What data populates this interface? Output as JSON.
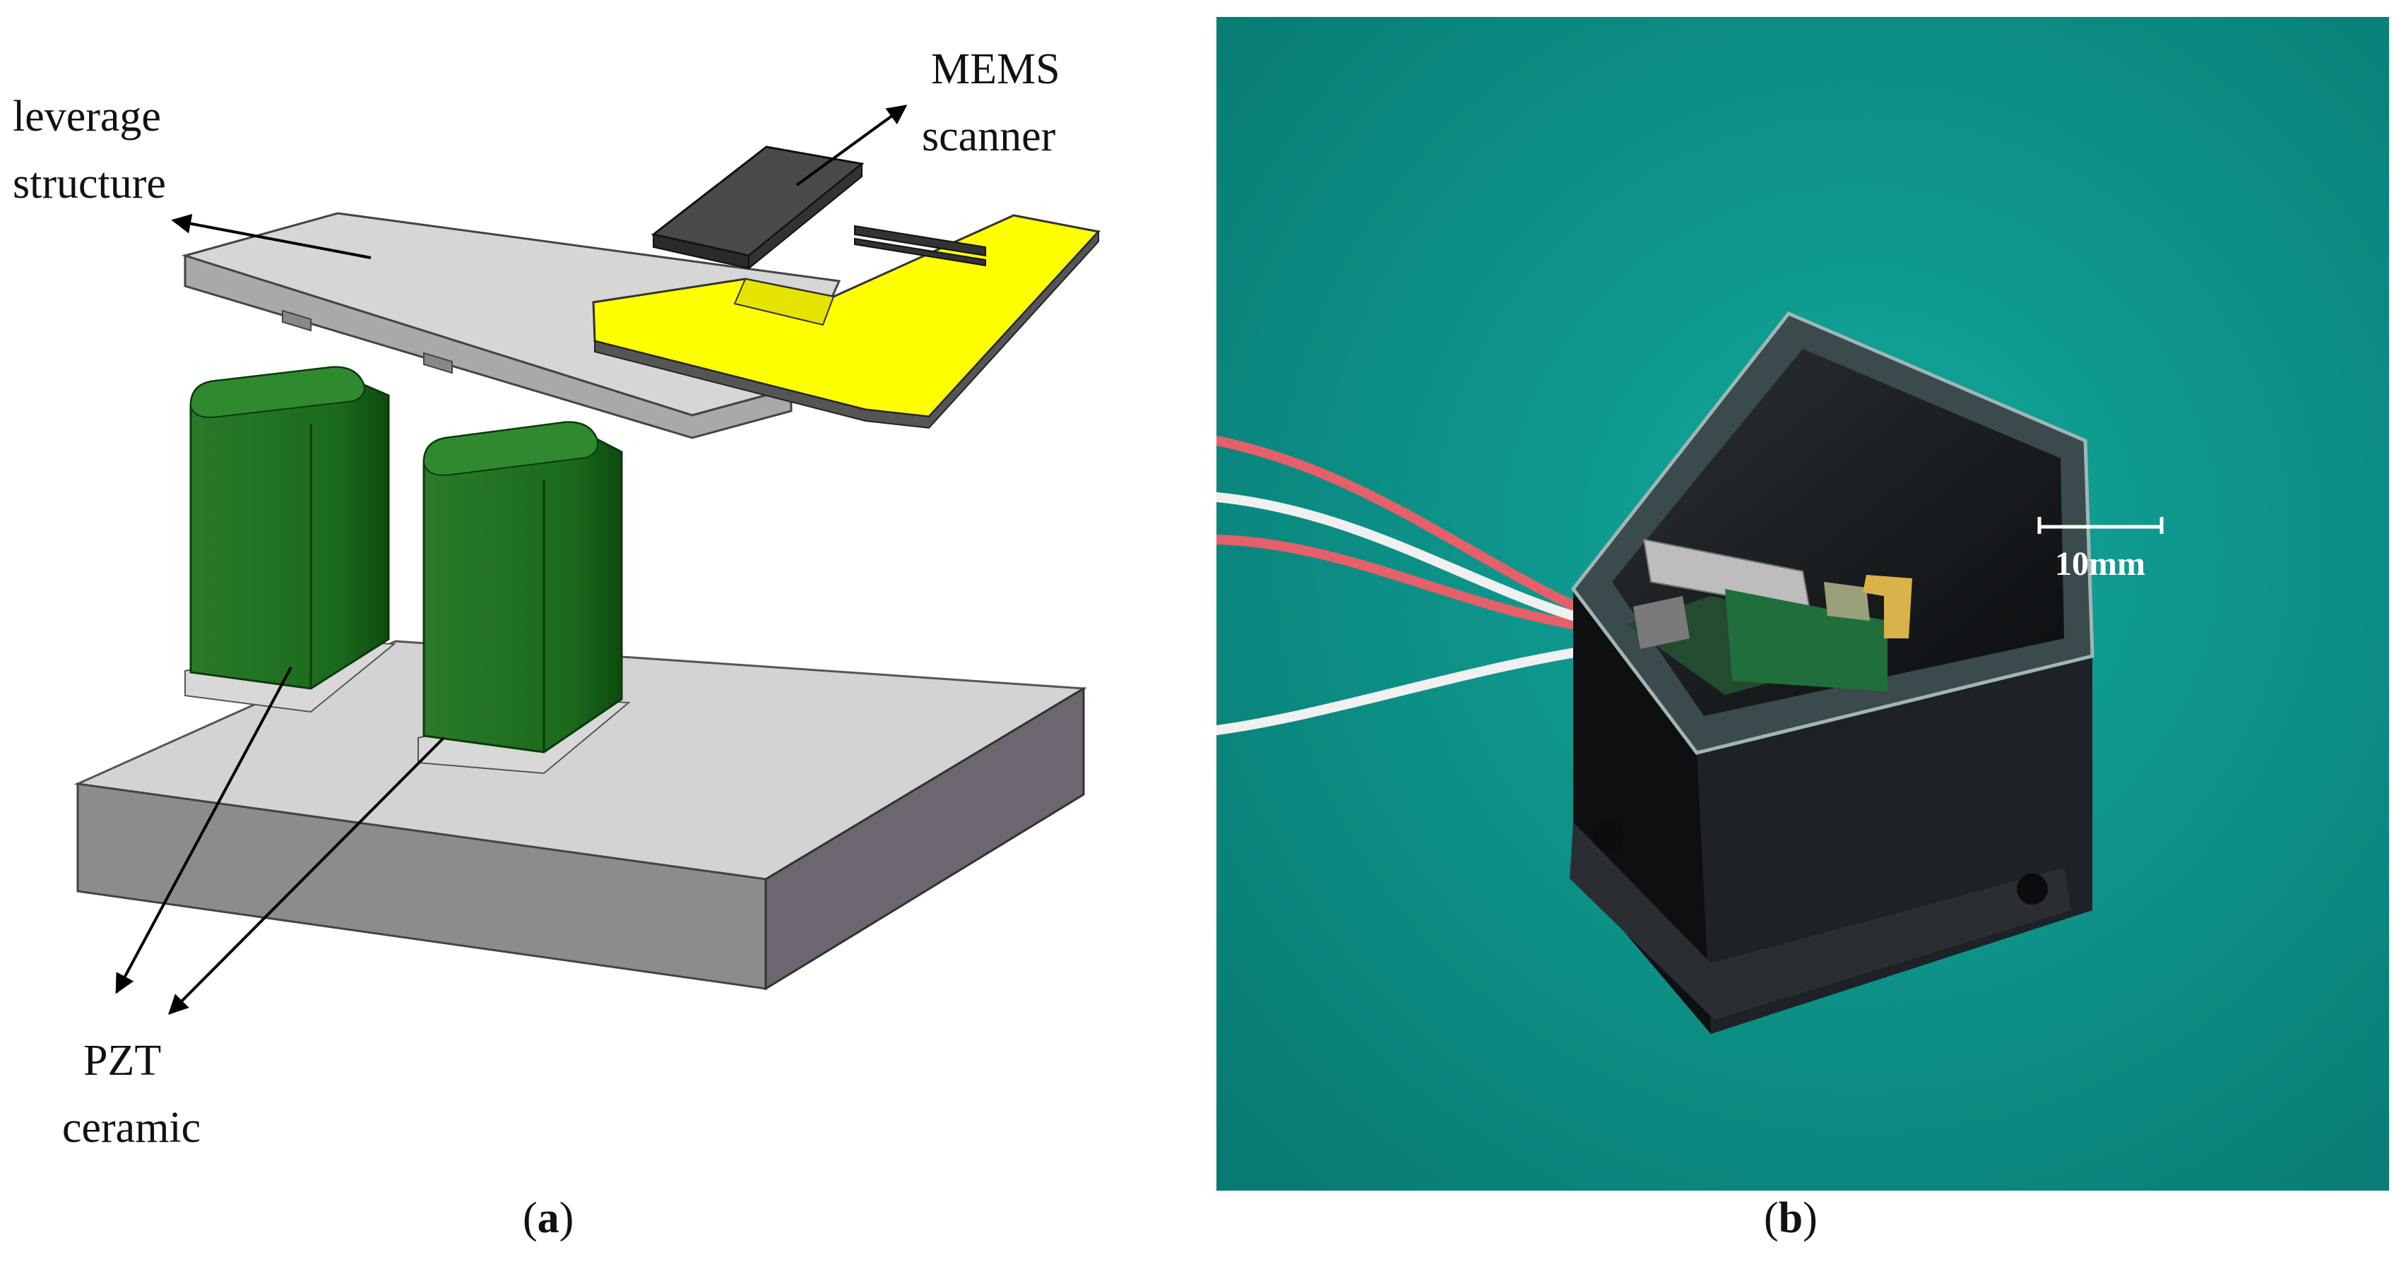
{
  "panel_a": {
    "caption_letter": "a",
    "labels": {
      "leverage_line1": "leverage",
      "leverage_line2": "structure",
      "mems_line1": "MEMS",
      "mems_line2": "scanner",
      "pzt_line1": "PZT",
      "pzt_line2": "ceramic"
    },
    "colors": {
      "base_top": "#d4d4d4",
      "base_front": "#8a8a8a",
      "base_side": "#6e6670",
      "lever": "#cfcfcf",
      "pzt": "#1e6f1e",
      "pzt_dark": "#0f4a10",
      "yellow_pcb": "#ffff00",
      "scanner": "#4a4a4a"
    }
  },
  "panel_b": {
    "caption_letter": "b",
    "scale_bar_label": "10mm",
    "colors": {
      "background": "#0c9a90",
      "housing": "#1a1d20",
      "wire_red": "#e5606a",
      "wire_white": "#f0f0f0"
    }
  }
}
